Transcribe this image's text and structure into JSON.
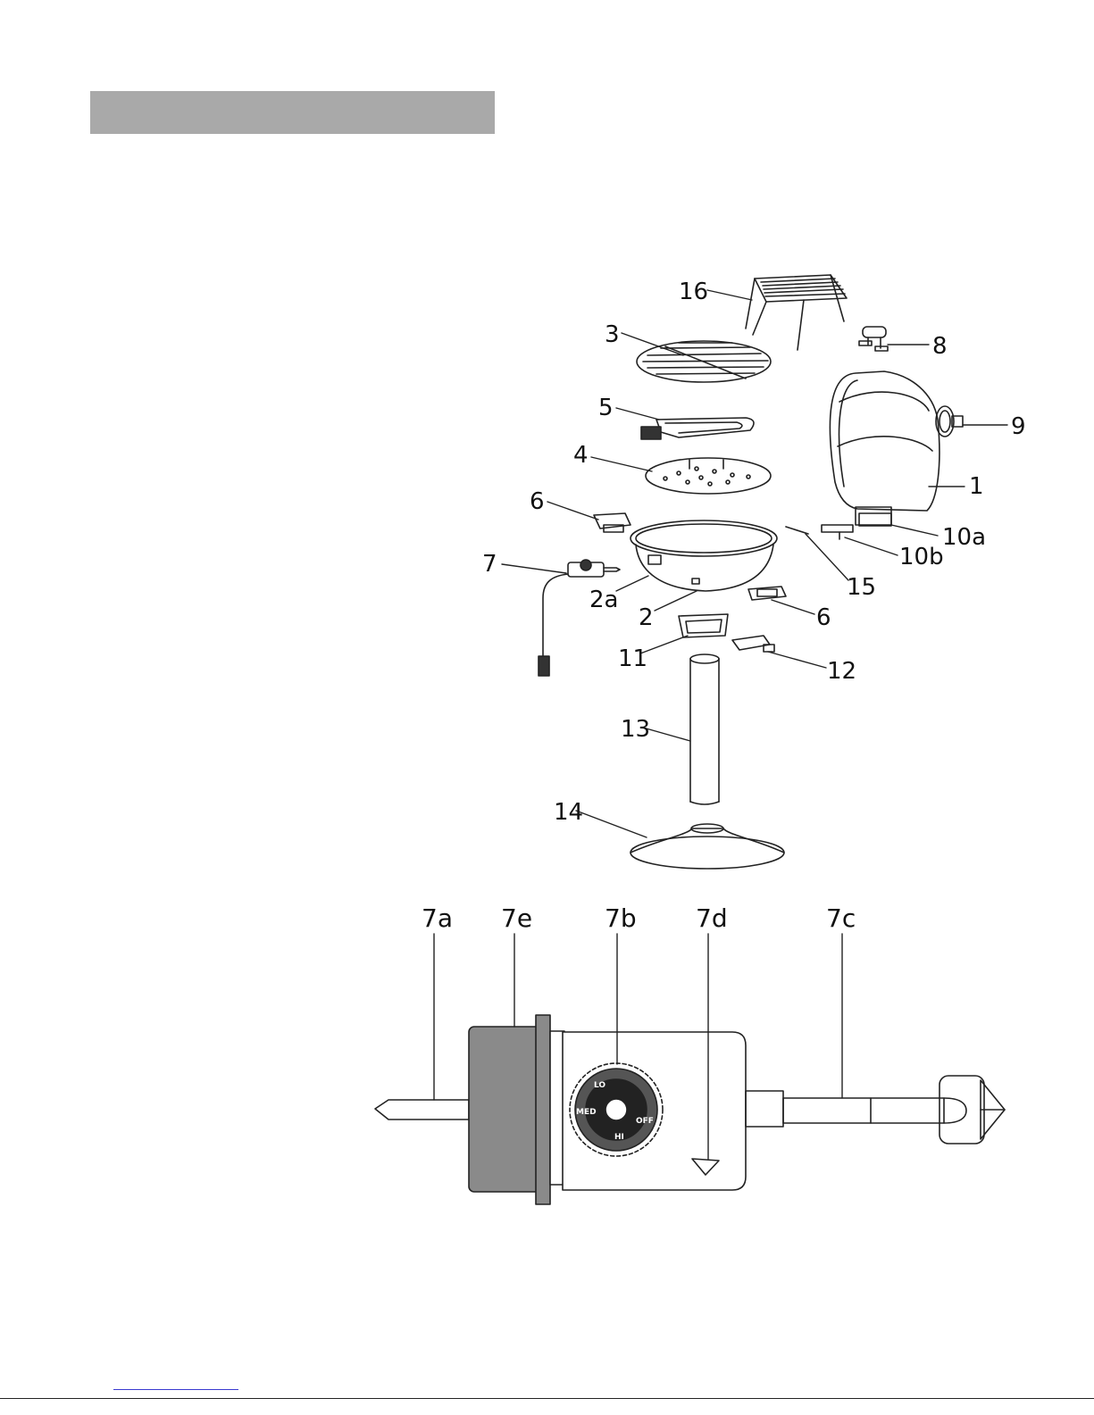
{
  "header": {
    "title": ""
  },
  "exploded_view": {
    "labels": {
      "p16": "16",
      "p3": "3",
      "p8": "8",
      "p5": "5",
      "p9": "9",
      "p4": "4",
      "p1": "1",
      "p6a": "6",
      "p10a": "10a",
      "p7": "7",
      "p10b": "10b",
      "p15": "15",
      "p2a": "2a",
      "p2": "2",
      "p6b": "6",
      "p11": "11",
      "p12": "12",
      "p13": "13",
      "p14": "14"
    }
  },
  "controller_view": {
    "labels": {
      "c7a": "7a",
      "c7e": "7e",
      "c7b": "7b",
      "c7d": "7d",
      "c7c": "7c"
    },
    "dial": {
      "lo": "LO",
      "med": "MED",
      "hi": "HI",
      "off": "OFF"
    }
  }
}
